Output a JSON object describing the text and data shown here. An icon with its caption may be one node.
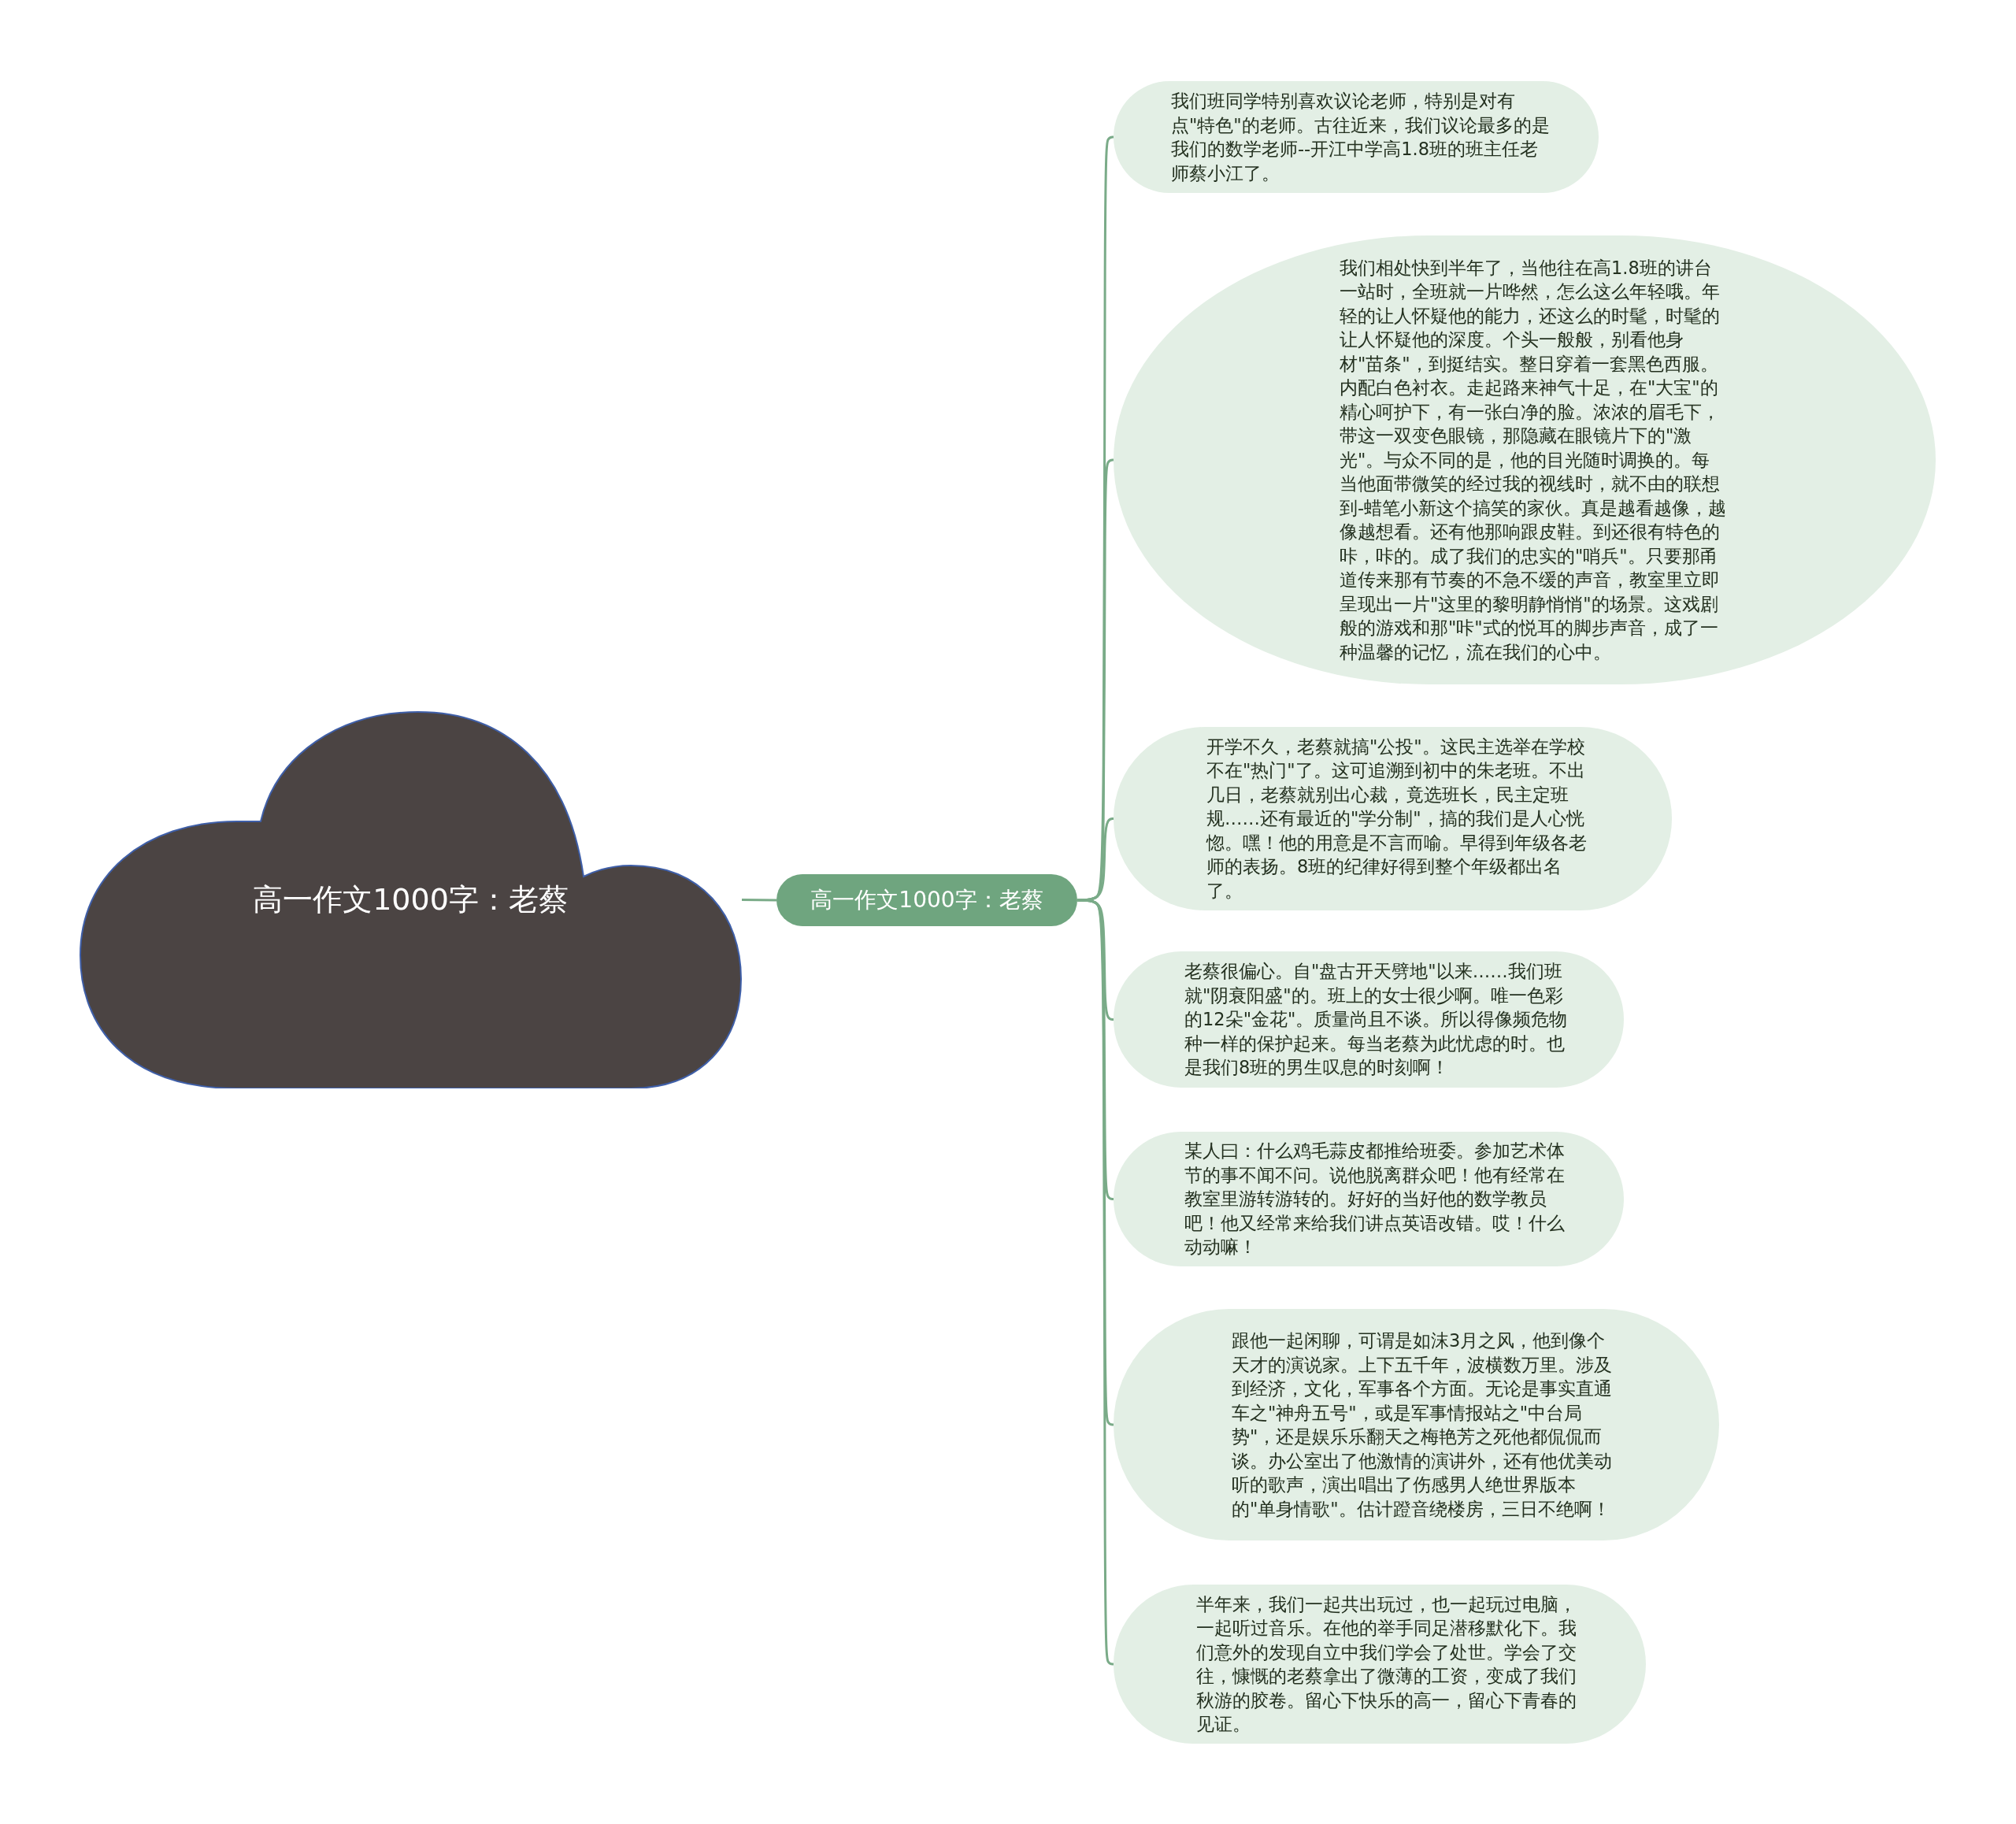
{
  "diagram": {
    "nodes": [
      {
        "text": [
          "高一作文1000字：老蔡"
        ]
      },
      {
        "text": [
          "高一作文1000字：老蔡"
        ]
      },
      {
        "text": [
          "我们班同学特别喜欢议论老师，特别是对有点\"特色\"的老师。古往近来，我们议论最多的是我们的数学老师--开江中学高1.8班的班主任老师蔡小江了。"
        ]
      },
      {
        "text": [
          "我们相处快到半年了，当他往在高1.8班的讲台一站时，全班就一片哗然，怎么这么年轻哦。年轻的让人怀疑他的能力，还这么的时髦，时髦的让人怀疑他的深度。个头一般般，别看他身材\"苗条\"，到挺结实。整日穿着一套黑色西服。内配白色衬衣。走起路来神气十足，在\"大宝\"的精心呵护下，有一张白净的脸。浓浓的眉毛下，带这一双变色眼镜，那隐藏在眼镜片下的\"激光\"。与众不同的是，他的目光随时调换的。每当他面带微笑的经过我的视线时，就不由的联想到-蜡笔小新这个搞笑的家伙。真是越看越像，越像越想看。还有他那响跟皮鞋。到还很有特色的咔，咔的。成了我们的忠实的\"哨兵\"。只要那甬道传来那有节奏的不急不缓的声音，教室里立即呈现出一片\"这里的黎明静悄悄\"的场景。这戏剧般的游戏和那\"咔\"式的悦耳的脚步声音，成了一种温馨的记忆，流在我们的心中。"
        ]
      },
      {
        "text": [
          "开学不久，老蔡就搞\"公投\"。这民主选举在学校不在\"热门\"了。这可追溯到初中的朱老班。不出几日，老蔡就别出心裁，竟选班长，民主定班规……还有最近的\"学分制\"，搞的我们是人心恍惚。嘿！他的用意是不言而喻。早得到年级各老师的表扬。8班的纪律好得到整个年级都出名了。"
        ]
      },
      {
        "text": [
          "老蔡很偏心。自\"盘古开天劈地\"以来……我们班就\"阴衰阳盛\"的。班上的女士很少啊。唯一色彩的12朵\"金花\"。质量尚且不谈。所以得像频危物种一样的保护起来。每当老蔡为此忧虑的时。也是我们8班的男生叹息的时刻啊！"
        ]
      },
      {
        "text": [
          "某人曰：什么鸡毛蒜皮都推给班委。参加艺术体节的事不闻不问。说他脱离群众吧！他有经常在教室里游转游转的。好好的当好他的数学教员吧！他又经常来给我们讲点英语改错。哎！什么动动嘛！"
        ]
      },
      {
        "text": [
          "跟他一起闲聊，可谓是如沫3月之风，他到像个天才的演说家。上下五千年，波横数万里。涉及到经济，文化，军事各个方面。无论是事实直通车之\"神舟五号\"，或是军事情报站之\"中台局势\"，还是娱乐乐翻天之梅艳芳之死他都侃侃而谈。办公室出了他激情的演讲外，还有他优美动听的歌声，演出唱出了伤感男人绝世界版本的\"单身情歌\"。估计蹬音绕楼房，三日不绝啊！"
        ]
      },
      {
        "text": [
          "半年来，我们一起共出玩过，也一起玩过电脑，一起听过音乐。在他的举手同足潜移默化下。我们意外的发现自立中我们学会了处世。学会了交往，慷慨的老蔡拿出了微薄的工资，变成了我们秋游的胶卷。留心下快乐的高一，留心下青春的见证。"
        ]
      }
    ],
    "edges": [
      {
        "from": 0,
        "to": 1,
        "arrow": "none"
      },
      {
        "from": 1,
        "to": 2,
        "arrow": "none"
      },
      {
        "from": 1,
        "to": 3,
        "arrow": "none"
      },
      {
        "from": 1,
        "to": 4,
        "arrow": "none"
      },
      {
        "from": 1,
        "to": 5,
        "arrow": "none"
      },
      {
        "from": 1,
        "to": 6,
        "arrow": "none"
      },
      {
        "from": 1,
        "to": 7,
        "arrow": "none"
      },
      {
        "from": 1,
        "to": 8,
        "arrow": "none"
      }
    ]
  }
}
